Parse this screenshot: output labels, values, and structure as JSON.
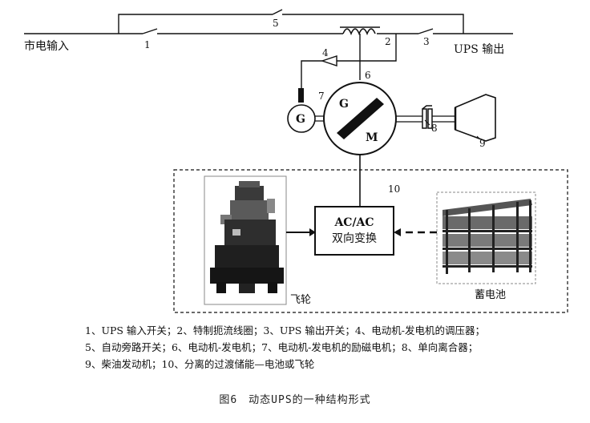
{
  "labels": {
    "mains_input": "市电输入",
    "ups_output": "UPS 输出",
    "n1": "1",
    "n2": "2",
    "n3": "3",
    "n4": "4",
    "n5": "5",
    "n6": "6",
    "n7": "7",
    "n8": "8",
    "n9": "9",
    "n10": "10",
    "generator_g": "G",
    "motor_g": "G",
    "motor_m": "M",
    "converter_line1": "AC/AC",
    "converter_line2": "双向变换",
    "flywheel": "飞轮",
    "battery": "蓄电池"
  },
  "legend": [
    "1、UPS 输入开关；2、特制扼流线圈；3、UPS 输出开关；4、电动机-发电机的调压器；",
    "5、自动旁路开关；6、电动机-发电机；7、电动机-发电机的励磁电机；8、单向离合器；",
    "9、柴油发动机；10、分离的过渡储能—电池或飞轮"
  ],
  "caption": "图6　动态UPS的一种结构形式"
}
